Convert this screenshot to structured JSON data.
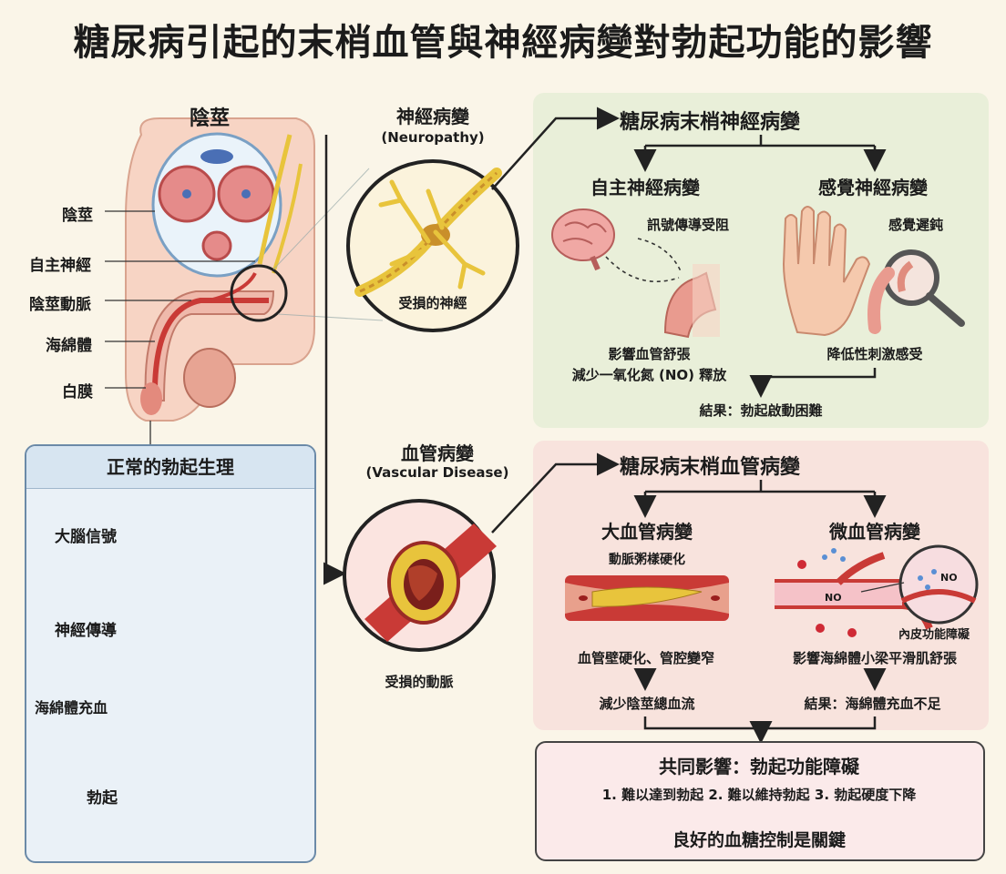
{
  "title": "糖尿病引起的末梢血管與神經病變對勃起功能的影響",
  "anatomy": {
    "heading": "陰莖",
    "labels": [
      "陰莖",
      "自主神經",
      "陰莖動脈",
      "海綿體",
      "白膜"
    ]
  },
  "neuropathy": {
    "title": "神經病變",
    "subtitle": "(Neuropathy)",
    "caption": "受損的神經"
  },
  "vascular": {
    "title": "血管病變",
    "subtitle": "(Vascular Disease)",
    "caption": "受損的動脈"
  },
  "neuro_panel": {
    "title": "糖尿病末梢神經病變",
    "autonomic": {
      "title": "自主神經病變",
      "note": "訊號傳導受阻",
      "effect_line1": "影響血管舒張",
      "effect_line2": "減少一氧化氮 (NO) 釋放"
    },
    "sensory": {
      "title": "感覺神經病變",
      "note": "感覺遲鈍",
      "effect": "降低性刺激感受"
    },
    "result": "結果：勃起啟動困難"
  },
  "vascular_panel": {
    "title": "糖尿病末梢血管病變",
    "macro": {
      "title": "大血管病變",
      "note": "動脈粥樣硬化",
      "effect": "血管壁硬化、管腔變窄",
      "result": "減少陰莖總血流"
    },
    "micro": {
      "title": "微血管病變",
      "no_label": "NO",
      "no_label_zoom": "NO",
      "note": "內皮功能障礙",
      "effect": "影響海綿體小梁平滑肌舒張",
      "result": "結果：海綿體充血不足"
    }
  },
  "normal": {
    "title": "正常的勃起生理",
    "steps": [
      "大腦信號",
      "神經傳導",
      "海綿體充血",
      "勃起"
    ]
  },
  "common": {
    "title": "共同影響：勃起功能障礙",
    "items": "1. 難以達到勃起  2. 難以維持勃起  3. 勃起硬度下降",
    "key": "良好的血糖控制是關鍵"
  },
  "colors": {
    "background": "#faf5e8",
    "neuro_panel": "#e9efd9",
    "vascular_panel": "#f8e3dd",
    "normal_panel": "#eaf1f7",
    "artery_red": "#c93a36",
    "nerve_yellow": "#e8c43c"
  }
}
